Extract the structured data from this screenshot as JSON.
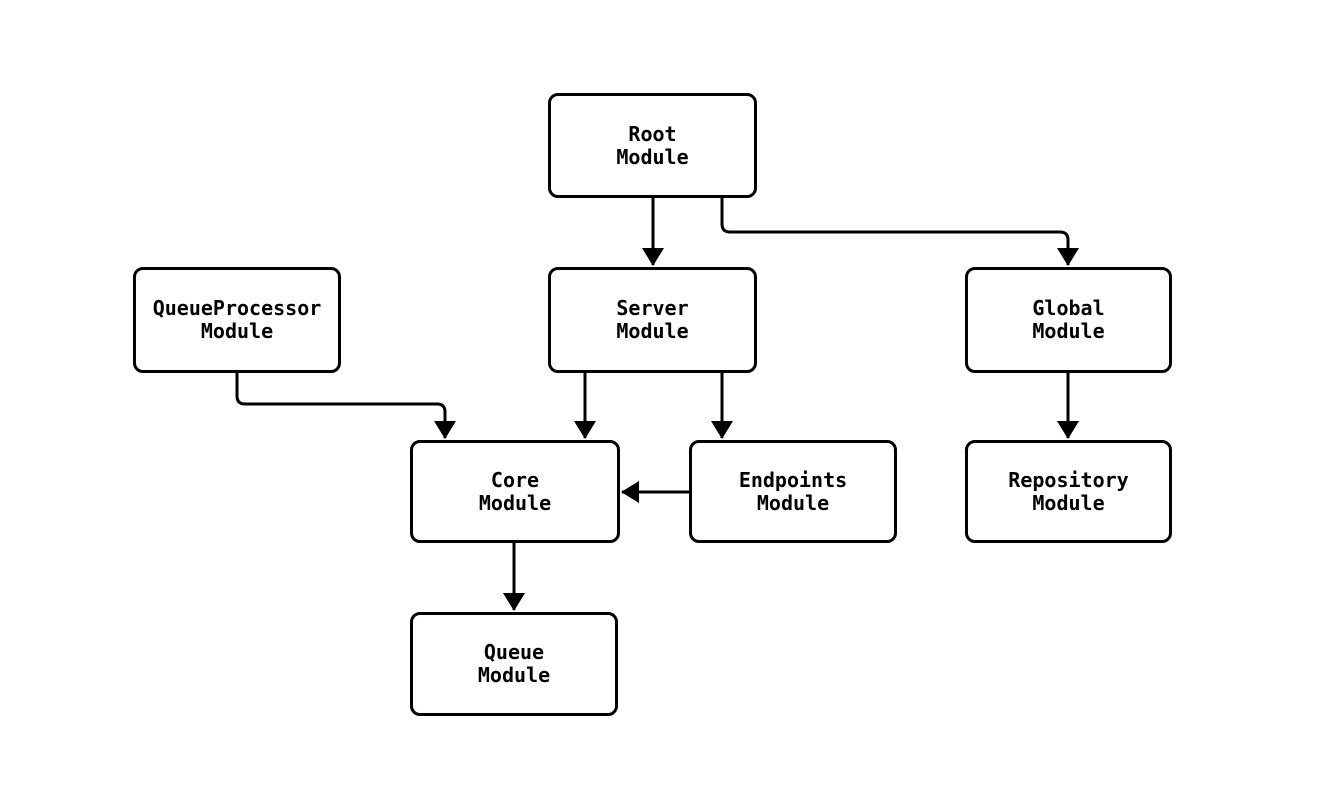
{
  "diagram": {
    "type": "module-dependency-graph",
    "colors": {
      "background": "#ffffff",
      "node_fill": "#ffffff",
      "node_border": "#000000",
      "edge": "#000000",
      "text": "#000000"
    },
    "nodes": {
      "root": {
        "line1": "Root",
        "line2": "Module"
      },
      "queueprocessor": {
        "line1": "QueueProcessor",
        "line2": "Module"
      },
      "server": {
        "line1": "Server",
        "line2": "Module"
      },
      "global": {
        "line1": "Global",
        "line2": "Module"
      },
      "core": {
        "line1": "Core",
        "line2": "Module"
      },
      "endpoints": {
        "line1": "Endpoints",
        "line2": "Module"
      },
      "repository": {
        "line1": "Repository",
        "line2": "Module"
      },
      "queue": {
        "line1": "Queue",
        "line2": "Module"
      }
    },
    "edges": [
      {
        "from": "Root Module",
        "to": "Server Module"
      },
      {
        "from": "Root Module",
        "to": "Global Module"
      },
      {
        "from": "QueueProcessor Module",
        "to": "Core Module"
      },
      {
        "from": "Server Module",
        "to": "Core Module"
      },
      {
        "from": "Server Module",
        "to": "Endpoints Module"
      },
      {
        "from": "Endpoints Module",
        "to": "Core Module"
      },
      {
        "from": "Global Module",
        "to": "Repository Module"
      },
      {
        "from": "Core Module",
        "to": "Queue Module"
      }
    ]
  }
}
